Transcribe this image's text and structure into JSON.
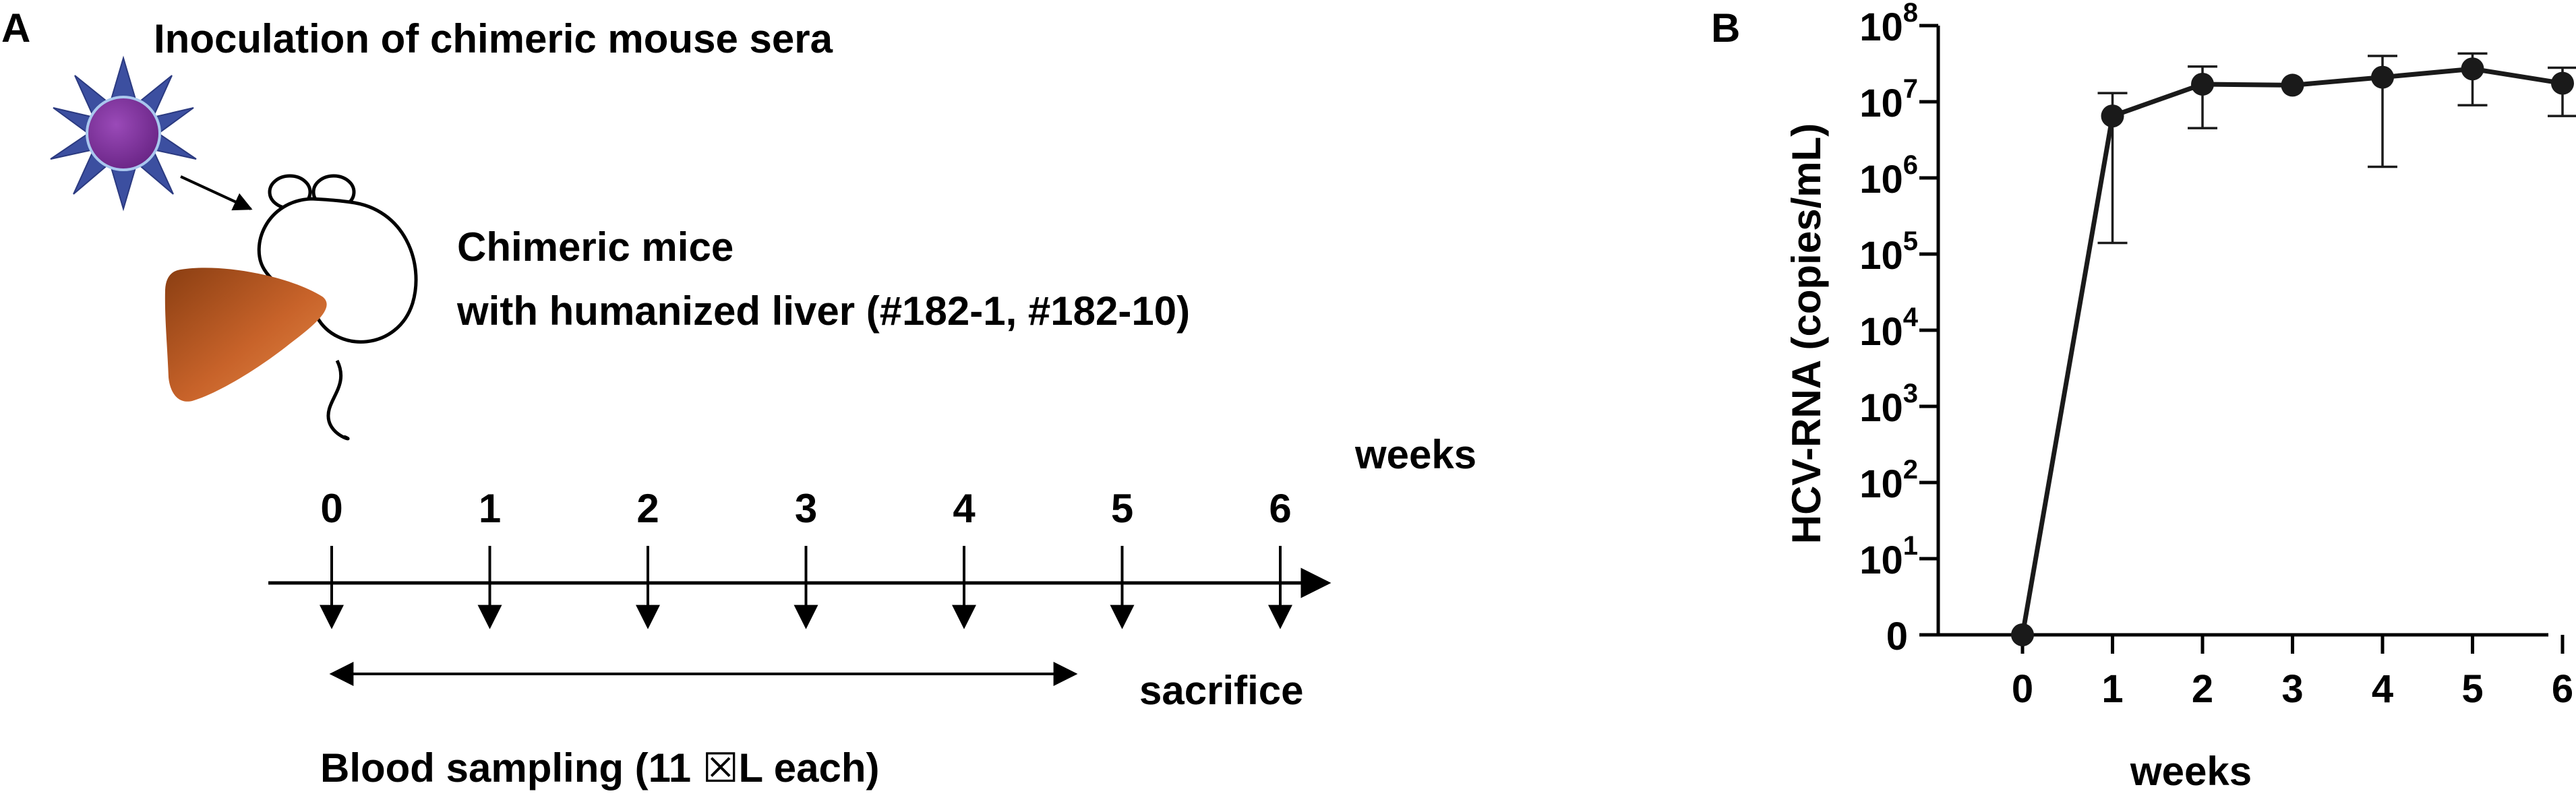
{
  "panel_a": {
    "label": "A",
    "title": "Inoculation of chimeric mouse sera",
    "mice_line1": "Chimeric mice",
    "mice_line2": "with humanized liver (#182-1, #182-10)",
    "weeks_label": "weeks",
    "timeline_ticks": [
      "0",
      "1",
      "2",
      "3",
      "4",
      "5",
      "6"
    ],
    "sacrifice_label": "sacrifice",
    "blood_sampling_label": "Blood sampling (11 ☒L each)",
    "colors": {
      "virus": "#7a2f94",
      "virus_spikes": "#3c4fa0",
      "liver": "#c0601e"
    },
    "icons": [
      "virus-icon",
      "mouse-icon",
      "liver-icon"
    ]
  },
  "panel_b": {
    "label": "B",
    "chart_data": {
      "type": "line",
      "scale": "log",
      "xlabel": "weeks",
      "ylabel": "HCV-RNA  (copies/mL)",
      "x": [
        0,
        1,
        2,
        3,
        4,
        5,
        6
      ],
      "x_ticks": [
        "0",
        "1",
        "2",
        "3",
        "4",
        "5",
        "6"
      ],
      "y_ticks": [
        {
          "base": "0",
          "exp": ""
        },
        {
          "base": "10",
          "exp": "1"
        },
        {
          "base": "10",
          "exp": "2"
        },
        {
          "base": "10",
          "exp": "3"
        },
        {
          "base": "10",
          "exp": "4"
        },
        {
          "base": "10",
          "exp": "5"
        },
        {
          "base": "10",
          "exp": "6"
        },
        {
          "base": "10",
          "exp": "7"
        },
        {
          "base": "10",
          "exp": "8"
        }
      ],
      "y_range": [
        0,
        100000000
      ],
      "series": [
        {
          "values": [
            0,
            6500000,
            17000000,
            16500000,
            21000000,
            27000000,
            17500000
          ],
          "err_low": [
            null,
            140000,
            4500000,
            null,
            1400000,
            9000000,
            6500000
          ],
          "err_high": [
            null,
            13000000,
            29000000,
            null,
            40000000,
            43000000,
            28000000
          ]
        }
      ],
      "grid": false,
      "color": "#1a1a1a"
    }
  }
}
